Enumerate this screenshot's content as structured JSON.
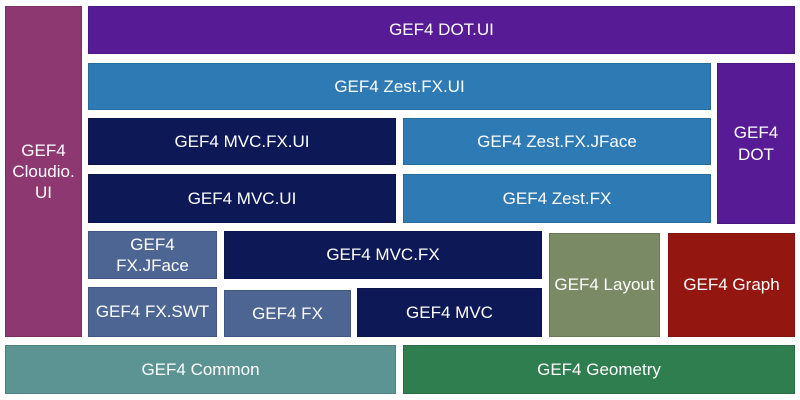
{
  "blocks": {
    "cloudio_ui": {
      "label": "GEF4\nCloudio.\nUI",
      "color": "#8e3871"
    },
    "dot_ui": {
      "label": "GEF4 DOT.UI",
      "color": "#561b95"
    },
    "zest_fx_ui": {
      "label": "GEF4 Zest.FX.UI",
      "color": "#2d7ab5"
    },
    "dot": {
      "label": "GEF4\nDOT",
      "color": "#561b95"
    },
    "mvc_fx_ui": {
      "label": "GEF4 MVC.FX.UI",
      "color": "#0d1857"
    },
    "zest_fx_jface": {
      "label": "GEF4 Zest.FX.JFace",
      "color": "#2d7ab5"
    },
    "mvc_ui": {
      "label": "GEF4 MVC.UI",
      "color": "#0d1857"
    },
    "zest_fx": {
      "label": "GEF4 Zest.FX",
      "color": "#2d7ab5"
    },
    "fx_jface": {
      "label": "GEF4 FX.JFace",
      "color": "#4d6593"
    },
    "mvc_fx": {
      "label": "GEF4 MVC.FX",
      "color": "#0d1857"
    },
    "layout": {
      "label": "GEF4 Layout",
      "color": "#7a8a64"
    },
    "graph": {
      "label": "GEF4 Graph",
      "color": "#941610"
    },
    "fx_swt": {
      "label": "GEF4 FX.SWT",
      "color": "#4d6593"
    },
    "fx": {
      "label": "GEF4 FX",
      "color": "#4d6593"
    },
    "mvc": {
      "label": "GEF4 MVC",
      "color": "#0d1857"
    },
    "common": {
      "label": "GEF4 Common",
      "color": "#5c9393"
    },
    "geometry": {
      "label": "GEF4 Geometry",
      "color": "#2f7e50"
    }
  }
}
